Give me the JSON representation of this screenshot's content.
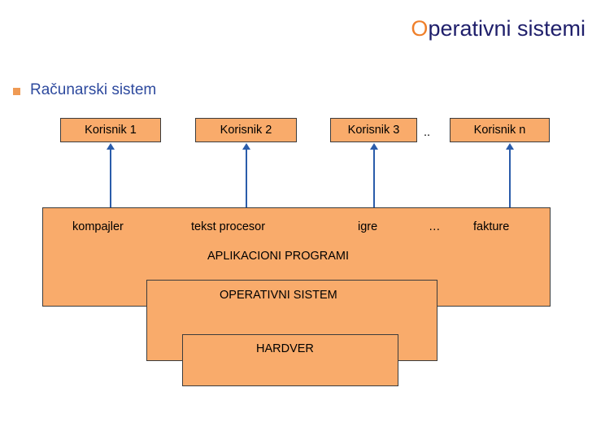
{
  "title": {
    "accent_letter": "O",
    "rest": "perativni sistemi"
  },
  "bullet": {
    "label": "Računarski sistem",
    "marker_color": "#ef9a54",
    "text_color": "#2e4a9e"
  },
  "diagram": {
    "box_fill": "#f9ab6b",
    "box_border": "#3c3c3c",
    "arrow_color": "#2a5caa",
    "users": [
      {
        "label": "Korisnik 1"
      },
      {
        "label": "Korisnik 2"
      },
      {
        "label": "Korisnik 3"
      },
      {
        "label": "Korisnik n"
      }
    ],
    "users_ellipsis": "..",
    "applications": [
      {
        "label": "kompajler"
      },
      {
        "label": "tekst procesor"
      },
      {
        "label": "igre"
      },
      {
        "label": "…"
      },
      {
        "label": "fakture"
      }
    ],
    "layers": [
      {
        "label": "APLIKACIONI PROGRAMI"
      },
      {
        "label": "OPERATIVNI SISTEM"
      },
      {
        "label": "HARDVER"
      }
    ]
  }
}
